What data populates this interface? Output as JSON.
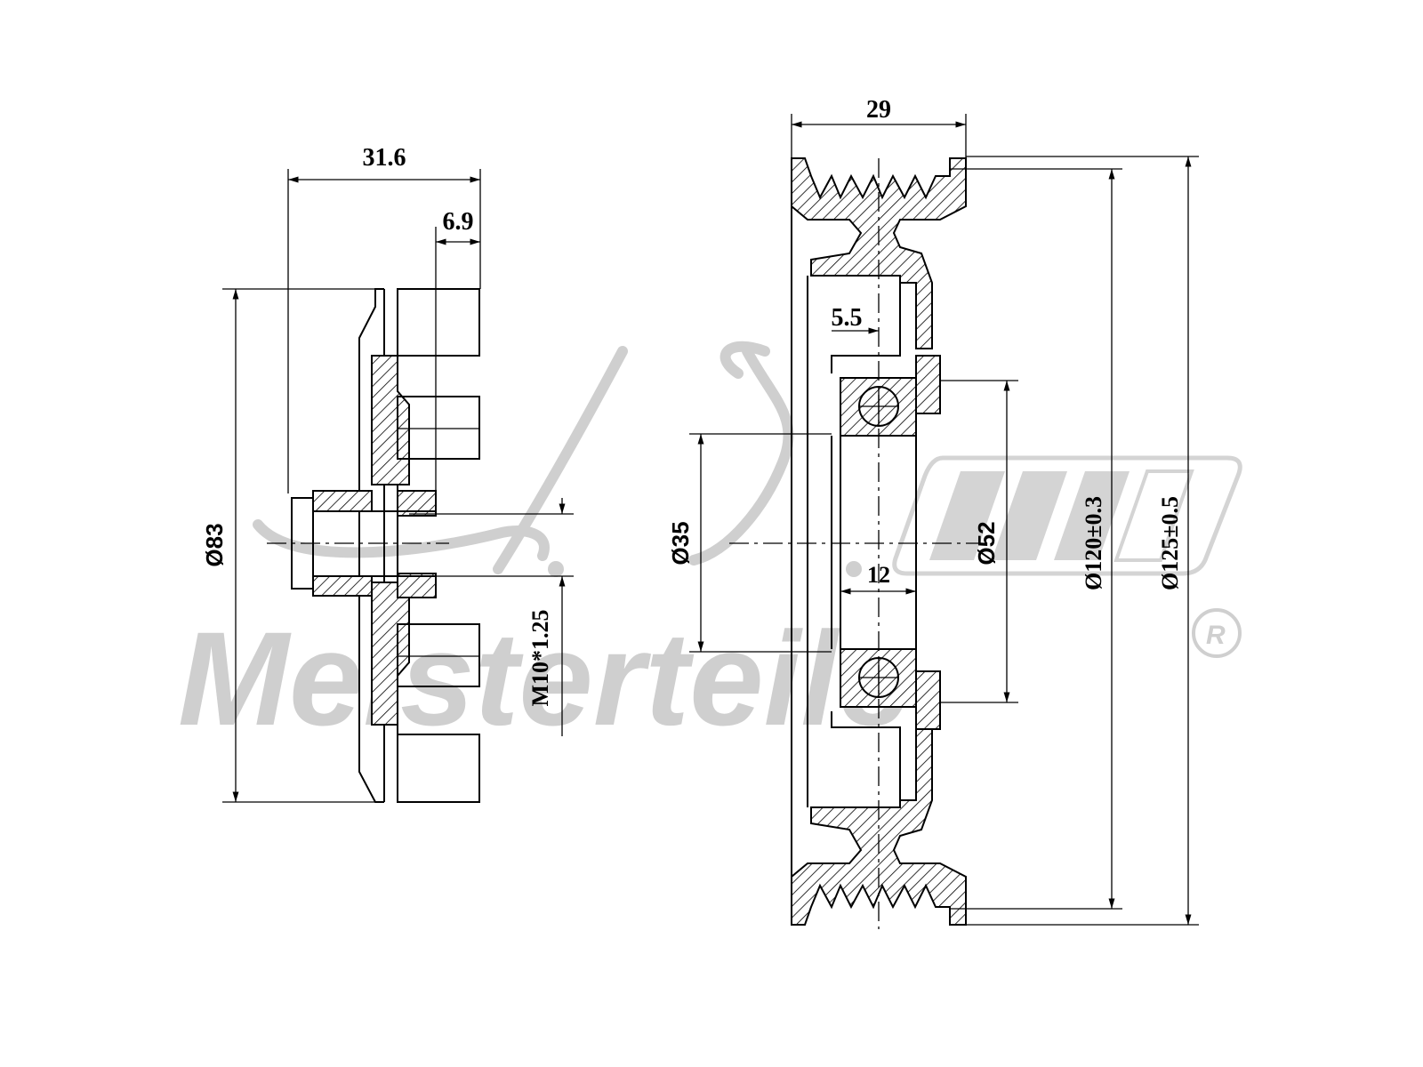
{
  "watermark": {
    "initials": "A.Z.",
    "brand": "Meisterteile",
    "registered": "R"
  },
  "dimensions": {
    "hub_length": "31.6",
    "hub_step": "6.9",
    "hub_diameter": "Ø83",
    "thread": "M10*1.25",
    "pulley_width": "29",
    "groove_offset": "5.5",
    "bore_diameter": "Ø35",
    "bearing_width": "12",
    "bearing_outer_diameter": "Ø52",
    "groove_diameter": "Ø120±0.3",
    "outer_diameter": "Ø125±0.5"
  }
}
